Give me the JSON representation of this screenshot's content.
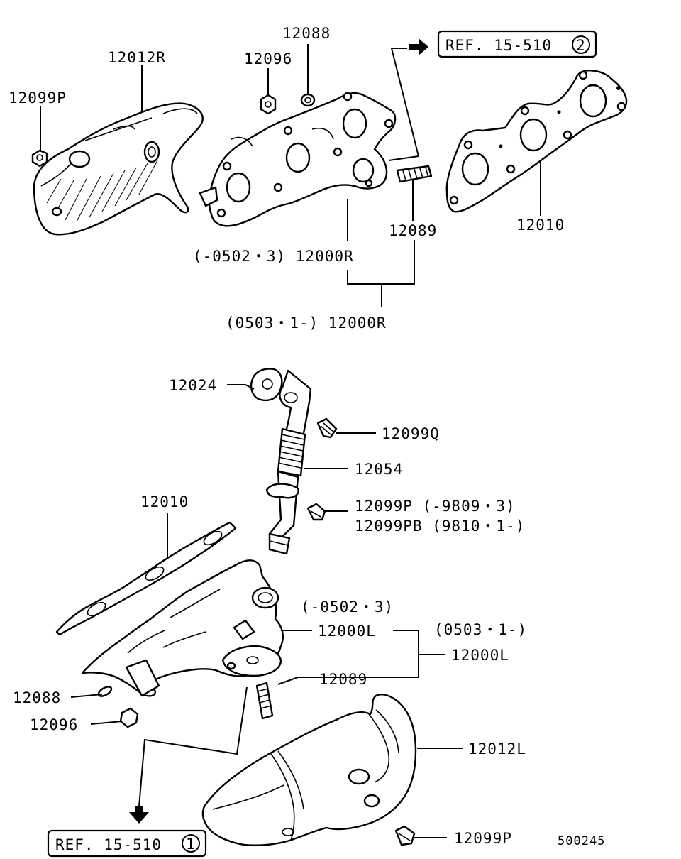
{
  "diagram_number": "500245",
  "references": {
    "top": {
      "text": "REF. 15-510",
      "circle": "2"
    },
    "bottom": {
      "text": "REF. 15-510",
      "circle": "1"
    }
  },
  "labels": {
    "p12099p_top": "12099P",
    "p12012r": "12012R",
    "p12096_top": "12096",
    "p12088_top": "12088",
    "p12089_top": "12089",
    "p12010_top": "12010",
    "p12000r_early": "(-0502・3) 12000R",
    "p12000r_late": "(0503・1-) 12000R",
    "p12024": "12024",
    "p12099q": "12099Q",
    "p12054": "12054",
    "p12099p_mid": "12099P (-9809・3)",
    "p12099pb_mid": "12099PB (9810・1-)",
    "p12010_bottom": "12010",
    "p_early_range_left": "(-0502・3)",
    "p12000l_early": "12000L",
    "p_late_range_left": "(0503・1-)",
    "p12000l_late": "12000L",
    "p12089_bottom": "12089",
    "p12088_bottom": "12088",
    "p12096_bottom": "12096",
    "p12012l": "12012L",
    "p12099p_bottom": "12099P"
  },
  "icons": [
    "arrow-right-icon",
    "arrow-down-icon",
    "circle-number-icon"
  ]
}
